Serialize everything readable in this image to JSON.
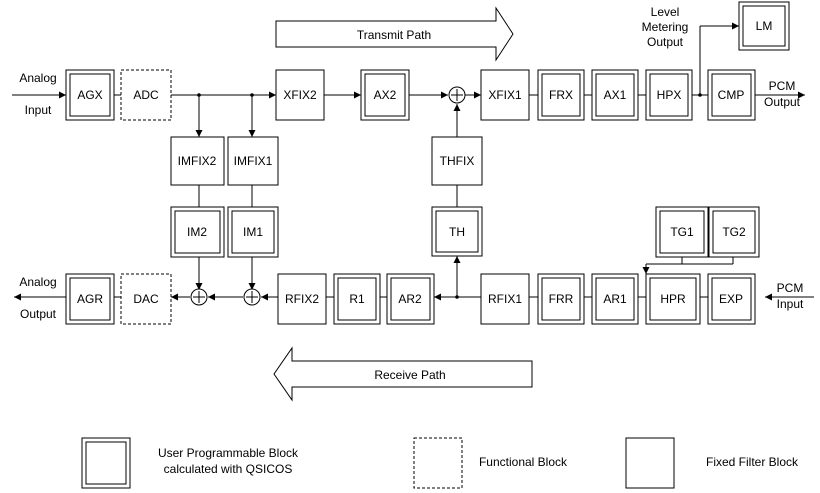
{
  "blocks": {
    "agx": "AGX",
    "adc": "ADC",
    "xfix2": "XFIX2",
    "ax2": "AX2",
    "xfix1": "XFIX1",
    "frx": "FRX",
    "ax1": "AX1",
    "hpx": "HPX",
    "cmp": "CMP",
    "lm": "LM",
    "imfix2": "IMFIX2",
    "imfix1": "IMFIX1",
    "thfix": "THFIX",
    "im2": "IM2",
    "im1": "IM1",
    "th": "TH",
    "tg1": "TG1",
    "tg2": "TG2",
    "agr": "AGR",
    "dac": "DAC",
    "rfix2": "RFIX2",
    "r1": "R1",
    "ar2": "AR2",
    "rfix1": "RFIX1",
    "frr": "FRR",
    "ar1": "AR1",
    "hpr": "HPR",
    "exp": "EXP"
  },
  "labels": {
    "analog_in_1": "Analog",
    "analog_in_2": "Input",
    "analog_out_1": "Analog",
    "analog_out_2": "Output",
    "pcm_out_1": "PCM",
    "pcm_out_2": "Output",
    "pcm_in_1": "PCM",
    "pcm_in_2": "Input",
    "level_1": "Level",
    "level_2": "Metering",
    "level_3": "Output",
    "transmit_path": "Transmit Path",
    "receive_path": "Receive Path"
  },
  "legend": {
    "user_line1": "User Programmable Block",
    "user_line2": "calculated with QSICOS",
    "functional": "Functional Block",
    "fixed": "Fixed Filter Block"
  }
}
